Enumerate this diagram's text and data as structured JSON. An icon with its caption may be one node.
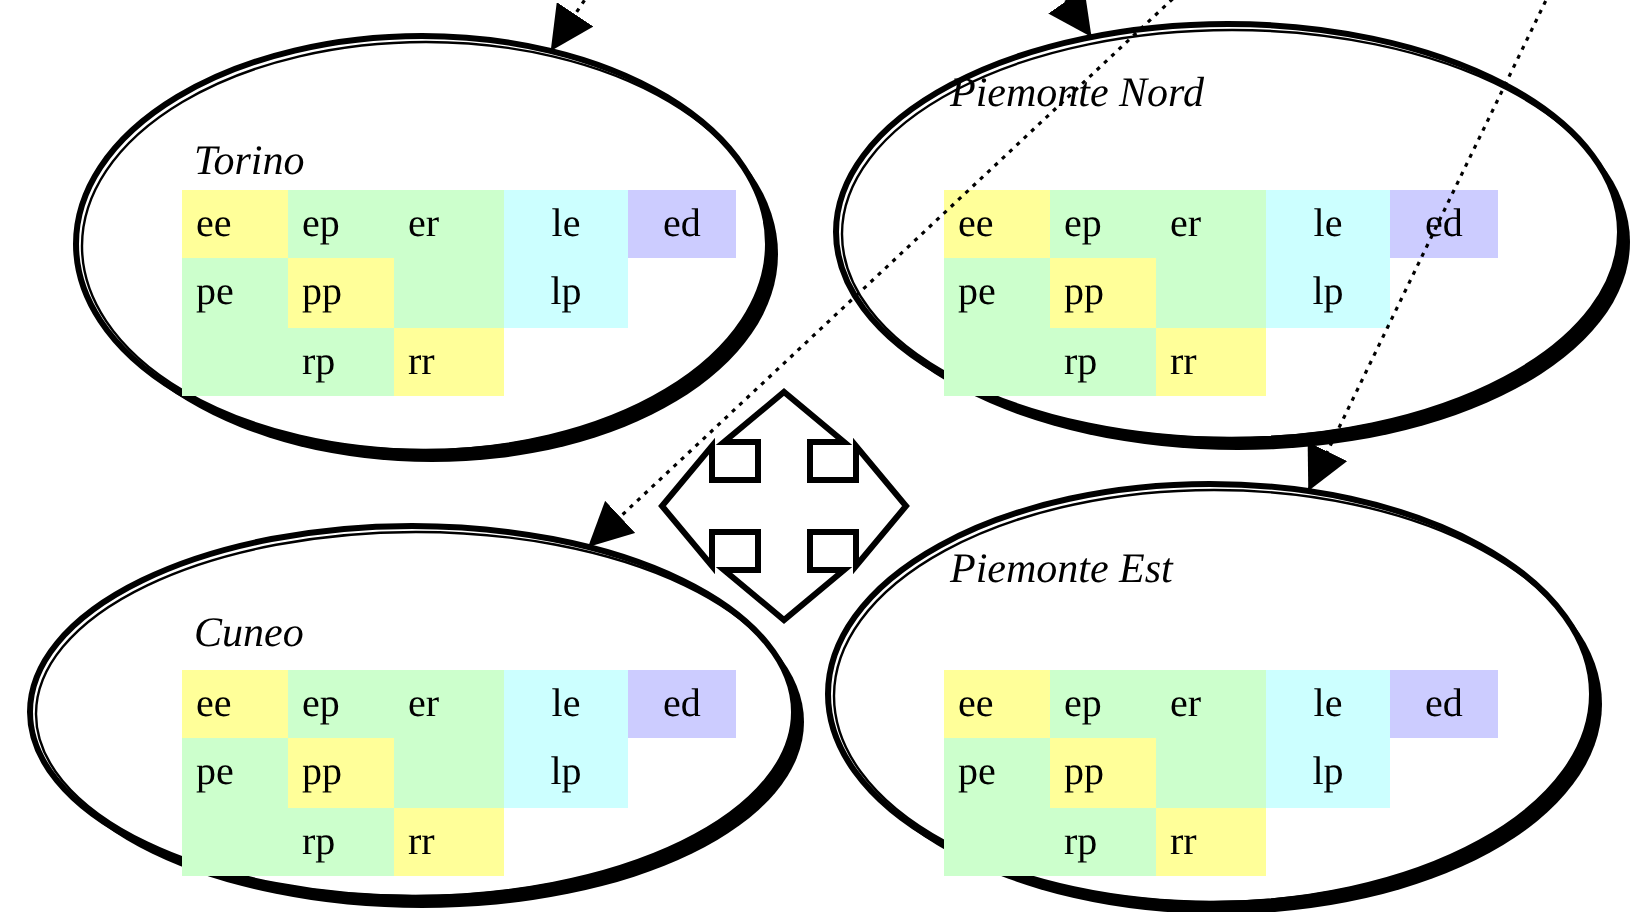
{
  "diagram": {
    "nodes": [
      {
        "text": [
          "Torino",
          "ee",
          "ep",
          "er",
          "le",
          "ed",
          "pe",
          "pp",
          "lp",
          "rp",
          "rr"
        ]
      },
      {
        "text": [
          "Piemonte Nord",
          "ee",
          "ep",
          "er",
          "le",
          "ed",
          "pe",
          "pp",
          "lp",
          "rp",
          "rr"
        ]
      },
      {
        "text": [
          "Cuneo",
          "ee",
          "ep",
          "er",
          "le",
          "ed",
          "pe",
          "pp",
          "lp",
          "rp",
          "rr"
        ]
      },
      {
        "text": [
          "Piemonte Est",
          "ee",
          "ep",
          "er",
          "le",
          "ed",
          "pe",
          "pp",
          "lp",
          "rp",
          "rr"
        ]
      }
    ],
    "edges": [
      {
        "from": null,
        "to": 0,
        "arrow": "to",
        "style": "dashed"
      },
      {
        "from": null,
        "to": 1,
        "arrow": "to",
        "style": "dashed"
      },
      {
        "from": null,
        "to": 2,
        "arrow": "to",
        "style": "dashed"
      },
      {
        "from": null,
        "to": 3,
        "arrow": "to",
        "style": "dashed"
      }
    ]
  }
}
